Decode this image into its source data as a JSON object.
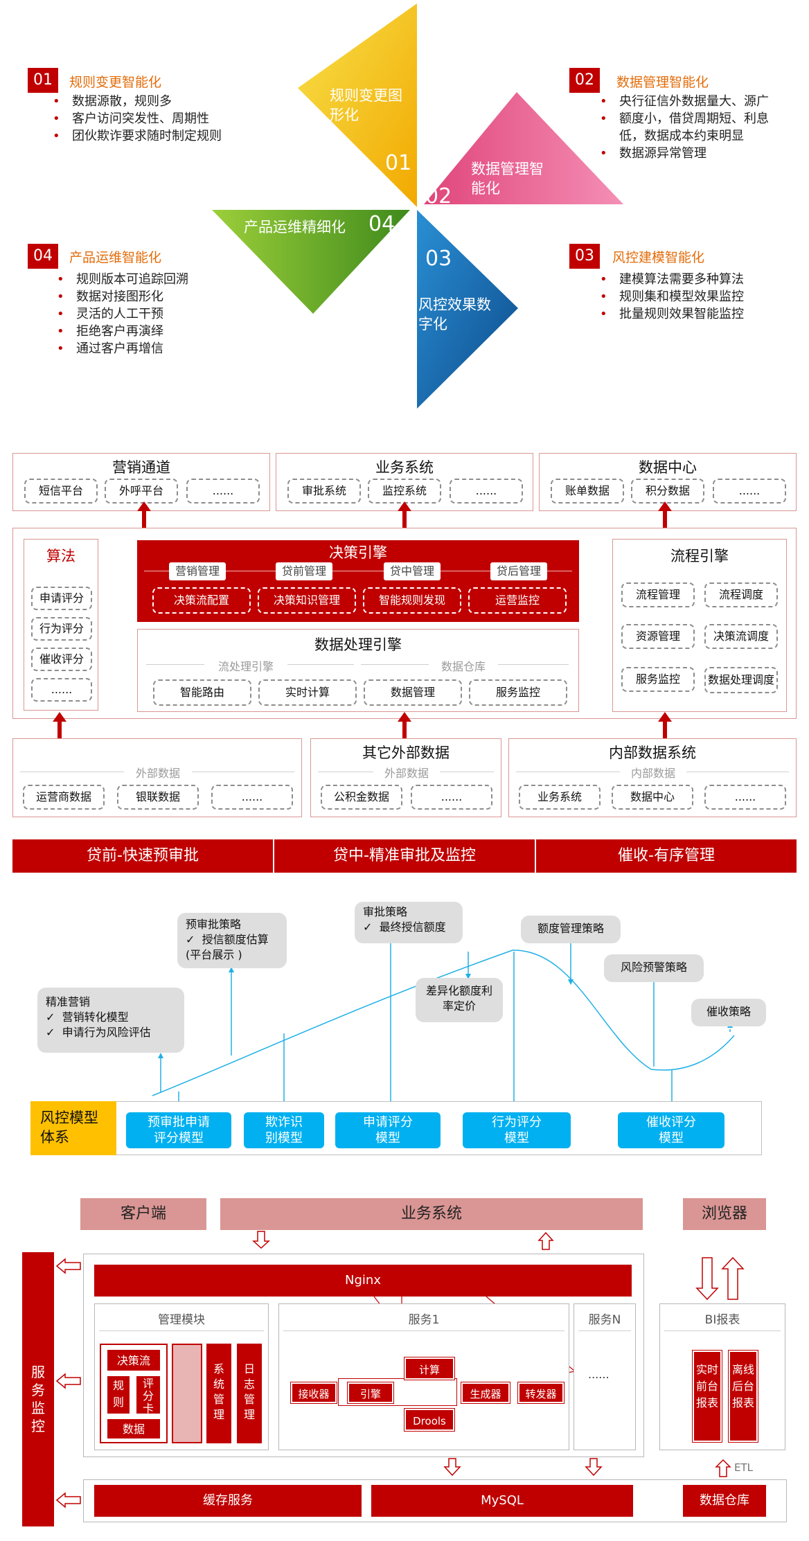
{
  "quadrants": {
    "q1": {
      "num": "01",
      "title": "规则变更智能化",
      "items": [
        "数据源散，规则多",
        "客户访问突发性、周期性",
        "团伙欺诈要求随时制定规则"
      ]
    },
    "q2": {
      "num": "02",
      "title": "数据管理智能化",
      "items": [
        "央行征信外数据量大、源广",
        "额度小，借贷周期短、利息低，数据成本约束明显",
        "数据源异常管理"
      ]
    },
    "q3": {
      "num": "03",
      "title": "风控建模智能化",
      "items": [
        "建模算法需要多种算法",
        "规则集和模型效果监控",
        "批量规则效果智能监控"
      ]
    },
    "q4": {
      "num": "04",
      "title": "产品运维智能化",
      "items": [
        "规则版本可追踪回溯",
        "数据对接图形化",
        "灵活的人工干预",
        "拒绝客户再演绎",
        "通过客户再增信"
      ]
    }
  },
  "triangles": {
    "t1": {
      "label": "规则变更图形化",
      "num": "01",
      "color": "#f5c518"
    },
    "t2": {
      "label": "数据管理智能化",
      "num": "02",
      "color": "#e85b8a"
    },
    "t3": {
      "label": "风控效果数字化",
      "num": "03",
      "color": "#1f77c4"
    },
    "t4": {
      "label": "产品运维精细化",
      "num": "04",
      "color": "#6aae2e"
    }
  },
  "arch": {
    "top": [
      {
        "title": "营销通道",
        "items": [
          "短信平台",
          "外呼平台",
          "......"
        ]
      },
      {
        "title": "业务系统",
        "items": [
          "审批系统",
          "监控系统",
          "......"
        ]
      },
      {
        "title": "数据中心",
        "items": [
          "账单数据",
          "积分数据",
          "......"
        ]
      }
    ],
    "algo": {
      "title": "算法",
      "items": [
        "申请评分",
        "行为评分",
        "催收评分",
        "......"
      ]
    },
    "decision": {
      "title": "决策引擎",
      "chips": [
        "营销管理",
        "贷前管理",
        "贷中管理",
        "贷后管理"
      ],
      "items": [
        "决策流配置",
        "决策知识管理",
        "智能规则发现",
        "运营监控"
      ]
    },
    "dataproc": {
      "title": "数据处理引擎",
      "groups": [
        "流处理引擎",
        "数据仓库"
      ],
      "items": [
        "智能路由",
        "实时计算",
        "数据管理",
        "服务监控"
      ]
    },
    "flow": {
      "title": "流程引擎",
      "items": [
        "流程管理",
        "流程调度",
        "资源管理",
        "决策流调度",
        "服务监控",
        "数据处理调度"
      ]
    },
    "bottom": [
      {
        "title": "",
        "sub": "外部数据",
        "items": [
          "运营商数据",
          "银联数据",
          "......"
        ]
      },
      {
        "title": "其它外部数据",
        "sub": "外部数据",
        "items": [
          "公积金数据",
          "......"
        ]
      },
      {
        "title": "内部数据系统",
        "sub": "内部数据",
        "items": [
          "业务系统",
          "数据中心",
          "......"
        ]
      }
    ]
  },
  "lifecycle": {
    "phases": [
      "贷前-快速预审批",
      "贷中-精准审批及监控",
      "催收-有序管理"
    ],
    "callouts": {
      "marketing": {
        "title": "精准营销",
        "items": [
          "营销转化模型",
          "申请行为风险评估"
        ]
      },
      "preapprove": {
        "title": "预审批策略",
        "items": [
          "授信额度估算\n(平台展示 )"
        ]
      },
      "approve": {
        "title": "审批策略",
        "items": [
          "最终授信额度"
        ]
      },
      "diff": {
        "title": "差异化额度利率定价"
      },
      "limit": {
        "title": "额度管理策略"
      },
      "warning": {
        "title": "风险预警策略"
      },
      "collect": {
        "title": "催收策略"
      }
    },
    "model_label": "风控模型体系",
    "models": [
      "预审批申请评分模型",
      "欺诈识别模型",
      "申请评分模型",
      "行为评分模型",
      "催收评分模型"
    ],
    "check": "✓"
  },
  "system": {
    "top": [
      "客户端",
      "业务系统",
      "浏览器"
    ],
    "monitor": "服务监控",
    "nginx": "Nginx",
    "mgmt": {
      "title": "管理模块",
      "flow": "决策流",
      "rule": "规则",
      "score": "评分卡",
      "data": "数据",
      "sys": "系统管理",
      "log": "日志管理"
    },
    "svc1": {
      "title": "服务1",
      "receiver": "接收器",
      "engine": "引擎",
      "compute": "计算",
      "drools": "Drools",
      "generator": "生成器",
      "forwarder": "转发器"
    },
    "svcn": {
      "title": "服务N",
      "dots": "......"
    },
    "bi": {
      "title": "BI报表",
      "rt": "实时前台报表",
      "off": "离线后台报表"
    },
    "etl": "ETL",
    "cache": "缓存服务",
    "mysql": "MySQL",
    "dw": "数据仓库"
  }
}
